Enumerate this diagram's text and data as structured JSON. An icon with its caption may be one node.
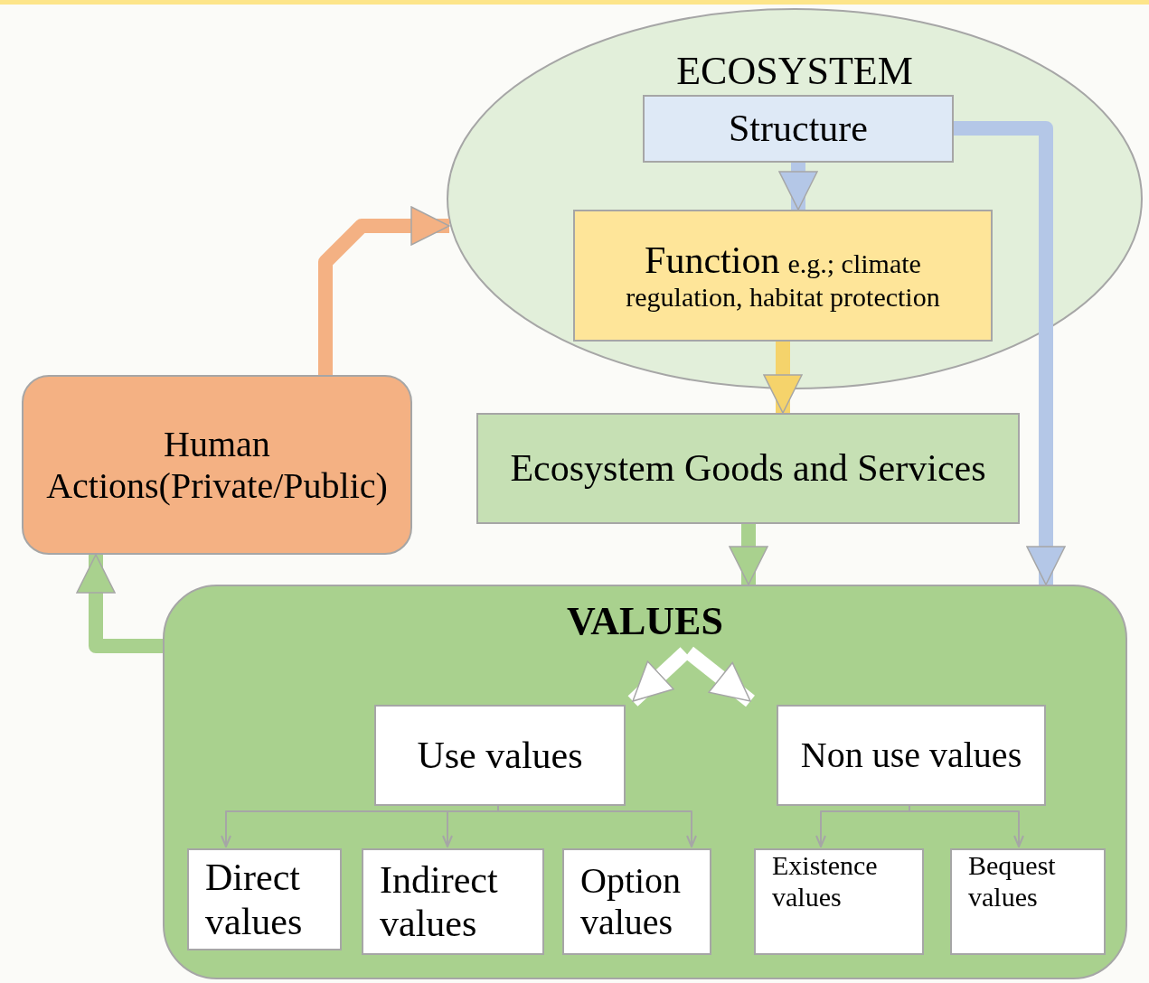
{
  "diagram": {
    "nodes": [
      {
        "text": [
          "ECOSYSTEM"
        ]
      },
      {
        "text": [
          "Structure"
        ],
        "in": 0
      },
      {
        "text": [
          "Function",
          "e.g.; climate regulation, habitat protection"
        ],
        "in": 0
      },
      {
        "text": [
          "Ecosystem Goods and Services"
        ]
      },
      {
        "text": [
          "Human Actions(Private/Public)"
        ]
      },
      {
        "text": [
          "VALUES"
        ]
      },
      {
        "text": [
          "Use values"
        ],
        "in": 5
      },
      {
        "text": [
          "Non use values"
        ],
        "in": 5
      },
      {
        "text": [
          "Direct values"
        ],
        "in": 5
      },
      {
        "text": [
          "Indirect values"
        ],
        "in": 5
      },
      {
        "text": [
          "Option values"
        ],
        "in": 5
      },
      {
        "text": [
          "Existence values"
        ],
        "in": 5
      },
      {
        "text": [
          "Bequest values"
        ],
        "in": 5
      }
    ],
    "edges": [
      {
        "from": 1,
        "to": 2,
        "arrow": "to",
        "color": "#b4c7e7"
      },
      {
        "from": 2,
        "to": 3,
        "arrow": "to",
        "color": "#f5d36b"
      },
      {
        "from": 1,
        "to": 5,
        "arrow": "to",
        "color": "#b4c7e7"
      },
      {
        "from": 3,
        "to": 5,
        "arrow": "to",
        "color": "#a9d18e"
      },
      {
        "from": 5,
        "to": 4,
        "arrow": "to",
        "color": "#a9d18e"
      },
      {
        "from": 4,
        "to": 0,
        "arrow": "to",
        "color": "#f4b183"
      },
      {
        "from": null,
        "to": 6,
        "arrow": "to",
        "color": "#ffffff"
      },
      {
        "from": null,
        "to": 7,
        "arrow": "to",
        "color": "#ffffff"
      },
      {
        "from": 6,
        "to": 8,
        "arrow": "to"
      },
      {
        "from": 6,
        "to": 9,
        "arrow": "to"
      },
      {
        "from": 6,
        "to": 10,
        "arrow": "to"
      },
      {
        "from": 7,
        "to": 11,
        "arrow": "to"
      },
      {
        "from": 7,
        "to": 12,
        "arrow": "to"
      }
    ]
  }
}
